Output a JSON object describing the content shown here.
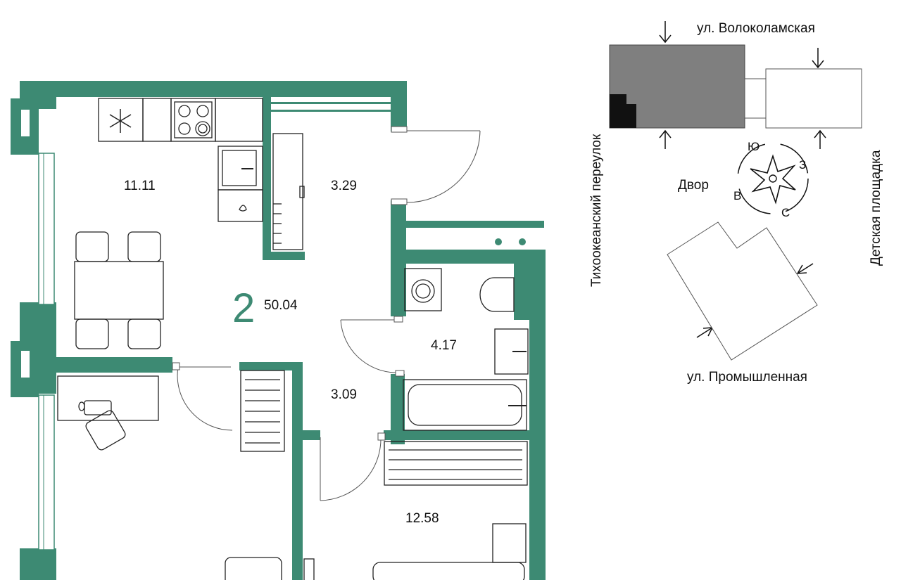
{
  "apartment": {
    "rooms_count": "2",
    "total_area": "50.04",
    "rooms": [
      {
        "id": "kitchen",
        "area": "11.11"
      },
      {
        "id": "hall-upper",
        "area": "3.29"
      },
      {
        "id": "bathroom",
        "area": "4.17"
      },
      {
        "id": "hall-lower",
        "area": "3.09"
      },
      {
        "id": "bedroom",
        "area": "12.58"
      }
    ]
  },
  "situation": {
    "streets": {
      "top": "ул. Волоколамская",
      "left": "Тихоокеанский переулок",
      "right": "Детская площадка",
      "bottom": "ул. Промышленная"
    },
    "yard": "Двор",
    "compass": {
      "n": "С",
      "s": "Ю",
      "e": "В",
      "w": "З"
    }
  },
  "colors": {
    "wall": "#3d8a73",
    "building": "#7f7f7f",
    "section": "#111111"
  }
}
